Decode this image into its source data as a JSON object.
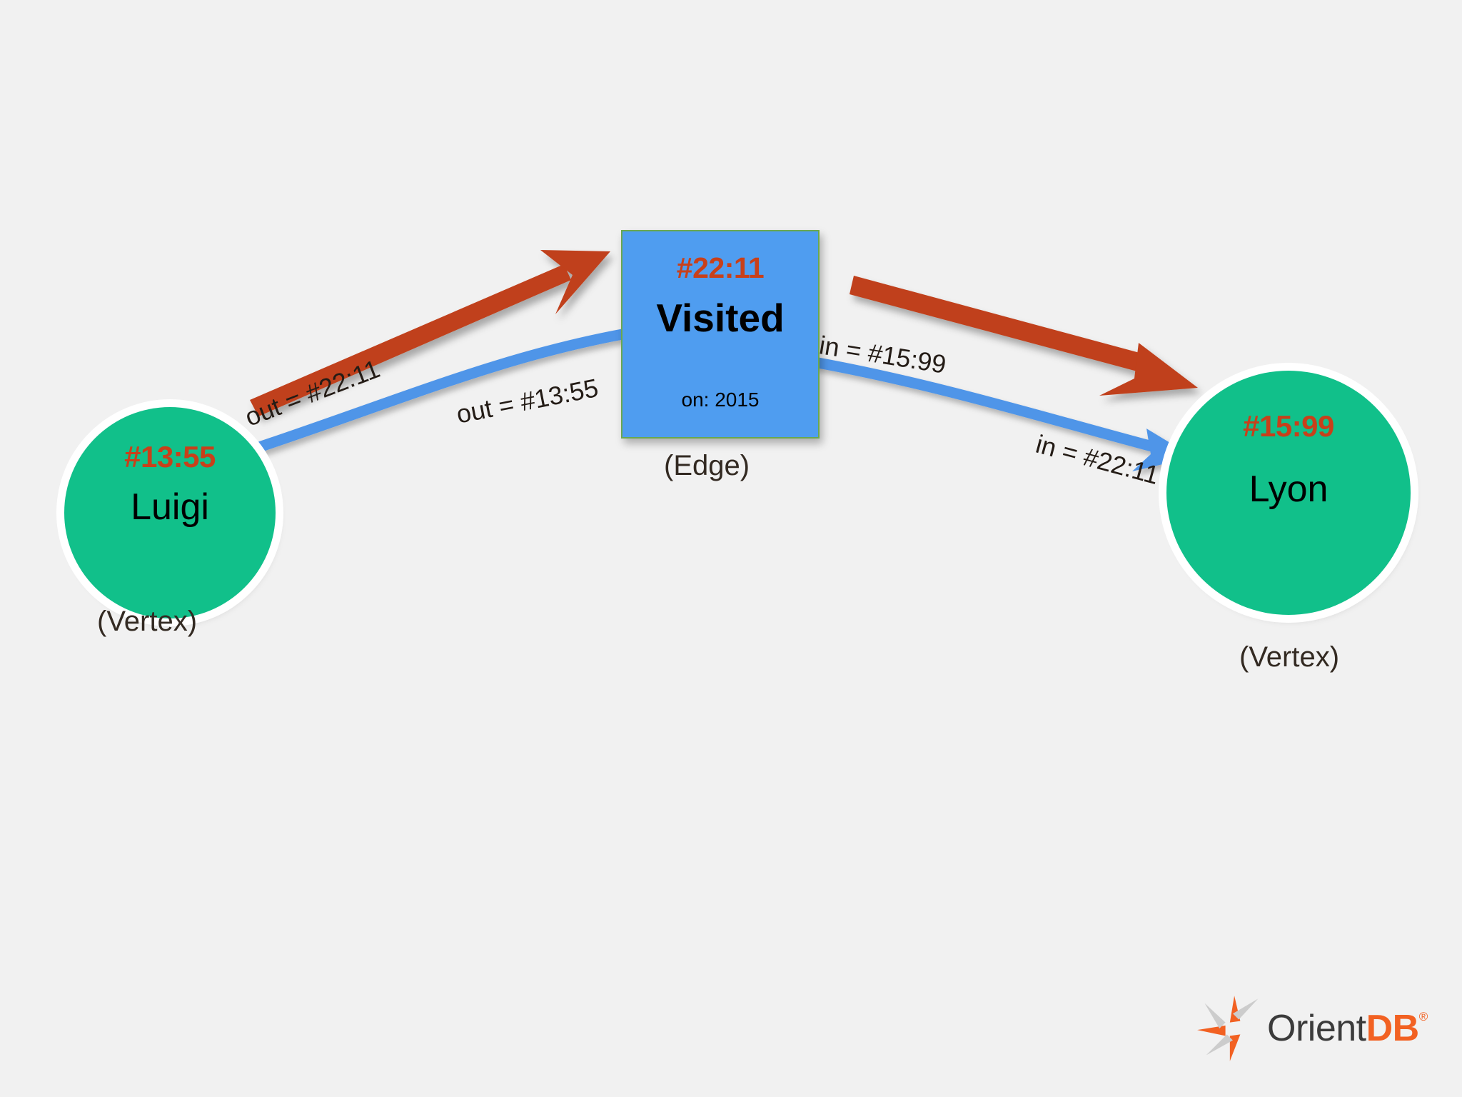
{
  "diagram": {
    "title": "OrientDB graph model: vertex-edge-vertex",
    "background_color": "#f1f1f1"
  },
  "vertices": [
    {
      "id": "luigi",
      "rid": "#13:55",
      "name": "Luigi",
      "caption": "(Vertex)",
      "fill_color": "#11c08a",
      "rid_color": "#c8401a"
    },
    {
      "id": "lyon",
      "rid": "#15:99",
      "name": "Lyon",
      "caption": "(Vertex)",
      "fill_color": "#11c08a",
      "rid_color": "#c8401a"
    }
  ],
  "edge": {
    "rid": "#22:11",
    "name": "Visited",
    "property": "on: 2015",
    "caption": "(Edge)",
    "fill_color": "#4f9df0",
    "border_color": "#6aa84f",
    "rid_color": "#c8401a"
  },
  "connections": {
    "red_color": "#c0401a",
    "blue_color": "#4f95e8",
    "labels": [
      {
        "id": "out-2211",
        "text": "out = #22:11"
      },
      {
        "id": "out-1355",
        "text": "out = #13:55"
      },
      {
        "id": "in-1599",
        "text": "in = #15:99"
      },
      {
        "id": "in-2211",
        "text": "in = #22:11"
      }
    ]
  },
  "logo": {
    "word_orient": "Orient",
    "word_db": "DB",
    "registered": "®",
    "orange": "#f26122",
    "gray": "#cccccc",
    "text_gray": "#3b3b3b"
  }
}
